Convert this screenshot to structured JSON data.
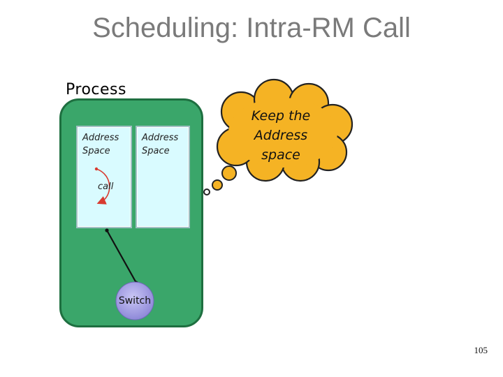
{
  "slide": {
    "title": "Scheduling: Intra-RM Call",
    "page_number": "105"
  },
  "process": {
    "label": "Process",
    "address_space_left": "Address Space",
    "address_space_right": "Address Space",
    "call_label": "call",
    "switch_label": "Switch"
  },
  "thought": {
    "text": "Keep the Address space"
  },
  "colors": {
    "process_fill": "#3aa66a",
    "address_space_fill": "#d9fbff",
    "thought_fill": "#f5b324",
    "switch_fill": "#9d98e0",
    "call_arrow": "#d83b30"
  }
}
